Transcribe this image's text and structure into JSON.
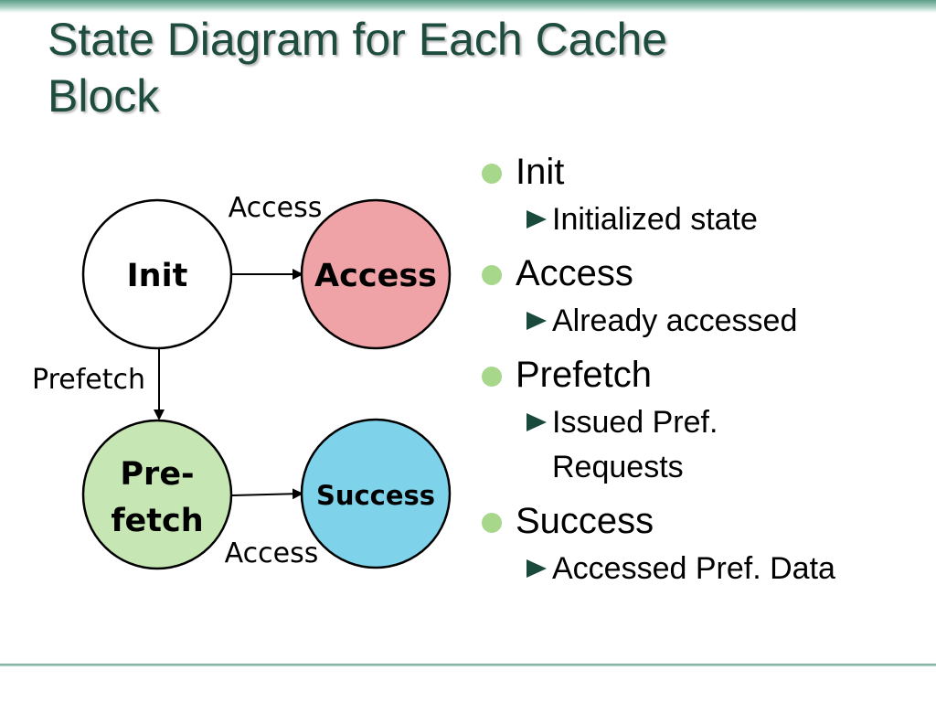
{
  "slide": {
    "title_line1": "State Diagram for Each Cache",
    "title_line2": "Block"
  },
  "diagram": {
    "nodes": {
      "init": "Init",
      "access": "Access",
      "prefetch_line1": "Pre-",
      "prefetch_line2": "fetch",
      "success": "Success"
    },
    "edges": {
      "init_to_access": "Access",
      "init_to_prefetch": "Prefetch",
      "prefetch_to_success": "Access"
    },
    "colors": {
      "init_fill": "#ffffff",
      "access_fill": "#f0a3a6",
      "prefetch_fill": "#c6e6b4",
      "success_fill": "#7ed3ea"
    }
  },
  "bullets": [
    {
      "label": "Init",
      "sub": [
        "Initialized state"
      ]
    },
    {
      "label": "Access",
      "sub": [
        "Already accessed"
      ]
    },
    {
      "label": "Prefetch",
      "sub": [
        "Issued Pref.",
        "Requests"
      ]
    },
    {
      "label": "Success",
      "sub": [
        "Accessed Pref. Data"
      ]
    }
  ],
  "theme": {
    "title_color": "#1e4d40",
    "bullet_dot_color": "#a6d78b",
    "sub_arrow_color": "#1a4a3c"
  }
}
